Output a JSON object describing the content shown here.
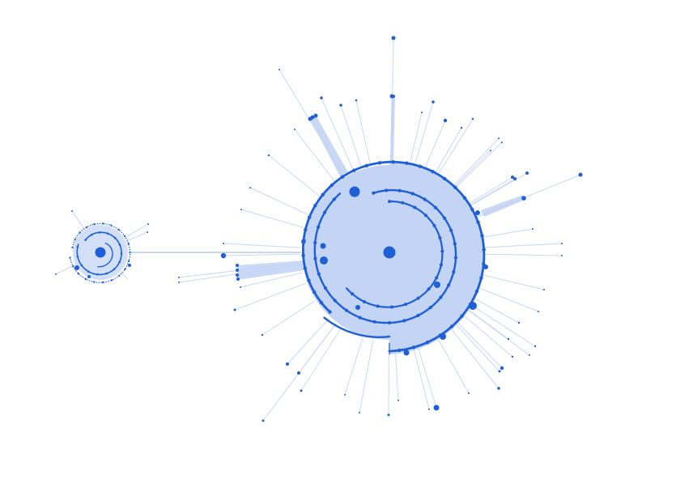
{
  "diagram": {
    "type": "radial-network-graph",
    "colors": {
      "node": "#1f5fd6",
      "fill": "#c3d4f4",
      "edge": "#c9d7f2",
      "background": "#ffffff"
    },
    "clusters": [
      {
        "id": "main-cluster",
        "role": "large radial cluster with spiral rings"
      },
      {
        "id": "small-cluster",
        "role": "small radial cluster connected to the main cluster"
      }
    ]
  }
}
